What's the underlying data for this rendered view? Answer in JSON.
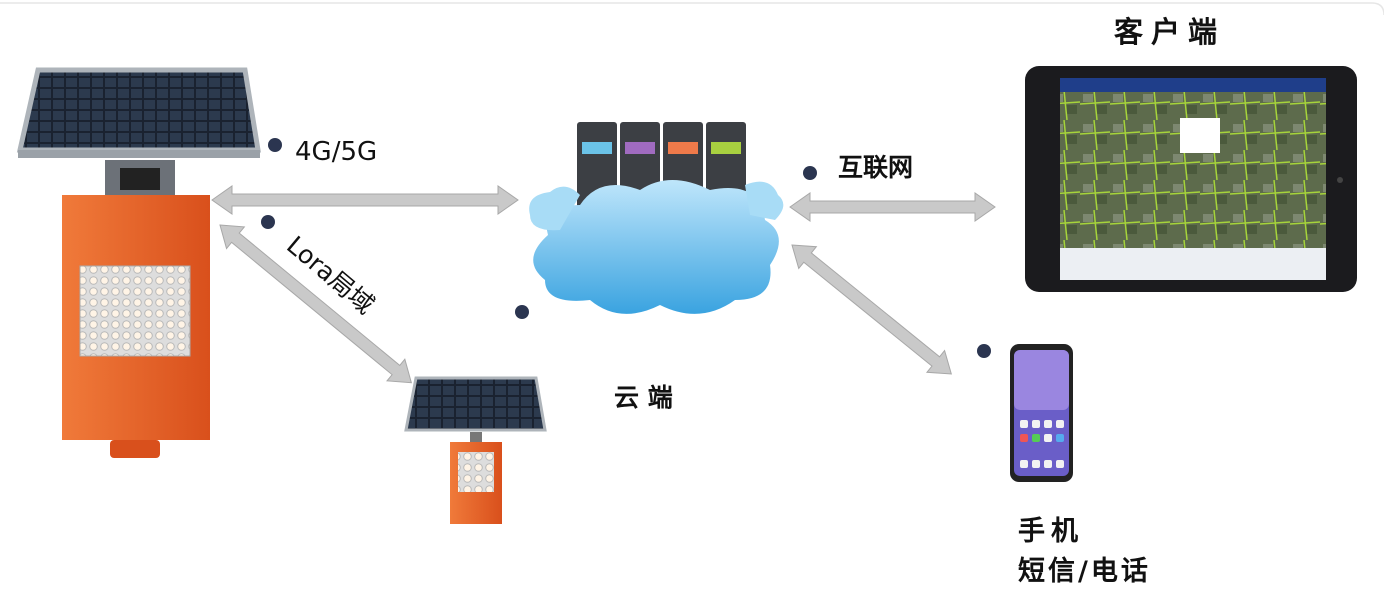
{
  "labels": {
    "cellular": "4G/5G",
    "lora": "Lora局域",
    "internet": "互联网",
    "client": "客户端",
    "cloud": "云 端",
    "phone": "手机",
    "sms_call": "短信/电话"
  },
  "colors": {
    "device_orange": "#e8602a",
    "arrow_gray": "#c8c8c8",
    "dot_navy": "#2b3550",
    "cloud_blue": "#5bb8e8"
  }
}
